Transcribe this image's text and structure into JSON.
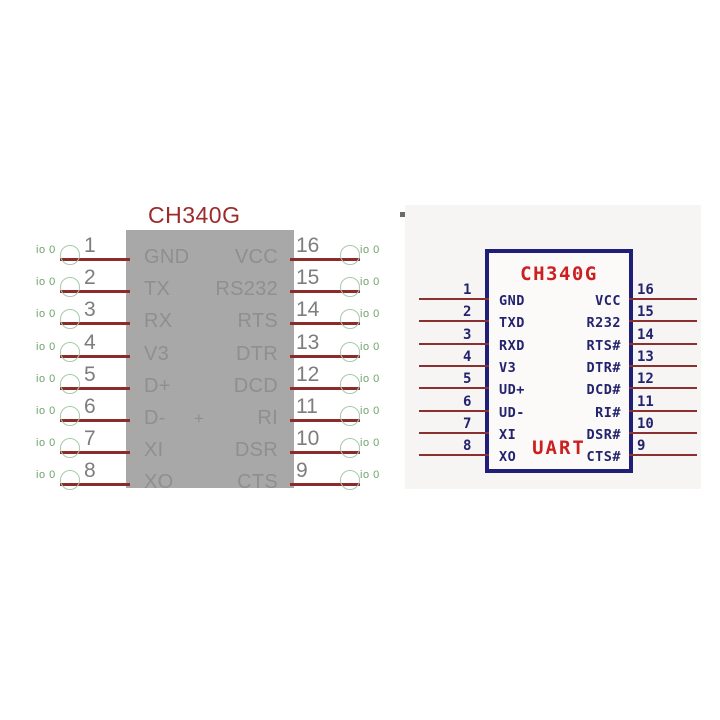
{
  "image": {
    "kind": "ch340g-pinout-diagram",
    "background_color": "#ffffff"
  },
  "left_diagram": {
    "name": "CH340G schematic symbol (gray body)",
    "title": "CH340G",
    "title_color": "#9c2b2b",
    "body_color": "#a8a8a8",
    "label_color": "#8f8f8f",
    "wire_color": "#8b2b2b",
    "marker_color": "#6fa36f",
    "center_mark": "+",
    "io_marker_text": "io 0",
    "rows": [
      {
        "left_num": "1",
        "left_label": "GND",
        "right_label": "VCC",
        "right_num": "16"
      },
      {
        "left_num": "2",
        "left_label": "TX",
        "right_label": "RS232",
        "right_num": "15"
      },
      {
        "left_num": "3",
        "left_label": "RX",
        "right_label": "RTS",
        "right_num": "14"
      },
      {
        "left_num": "4",
        "left_label": "V3",
        "right_label": "DTR",
        "right_num": "13"
      },
      {
        "left_num": "5",
        "left_label": "D+",
        "right_label": "DCD",
        "right_num": "12"
      },
      {
        "left_num": "6",
        "left_label": "D-",
        "right_label": "RI",
        "right_num": "11"
      },
      {
        "left_num": "7",
        "left_label": "XI",
        "right_label": "DSR",
        "right_num": "10"
      },
      {
        "left_num": "8",
        "left_label": "XO",
        "right_label": "CTS",
        "right_num": "9"
      }
    ]
  },
  "right_diagram": {
    "name": "CH340G pinout (navy outline card)",
    "card_color": "#f6f5f3",
    "box_border_color": "#1f1f7a",
    "title": "CH340G",
    "footer": "UART",
    "title_color": "#cc2020",
    "label_color": "#23236e",
    "wire_color": "#8b3030",
    "rows": [
      {
        "left_num": "1",
        "left_label": "GND",
        "right_label": "VCC",
        "right_num": "16"
      },
      {
        "left_num": "2",
        "left_label": "TXD",
        "right_label": "R232",
        "right_num": "15"
      },
      {
        "left_num": "3",
        "left_label": "RXD",
        "right_label": "RTS#",
        "right_num": "14"
      },
      {
        "left_num": "4",
        "left_label": "V3",
        "right_label": "DTR#",
        "right_num": "13"
      },
      {
        "left_num": "5",
        "left_label": "UD+",
        "right_label": "DCD#",
        "right_num": "12"
      },
      {
        "left_num": "6",
        "left_label": "UD-",
        "right_label": "RI#",
        "right_num": "11"
      },
      {
        "left_num": "7",
        "left_label": "XI",
        "right_label": "DSR#",
        "right_num": "10"
      },
      {
        "left_num": "8",
        "left_label": "XO",
        "right_label": "CTS#",
        "right_num": "9"
      }
    ]
  }
}
